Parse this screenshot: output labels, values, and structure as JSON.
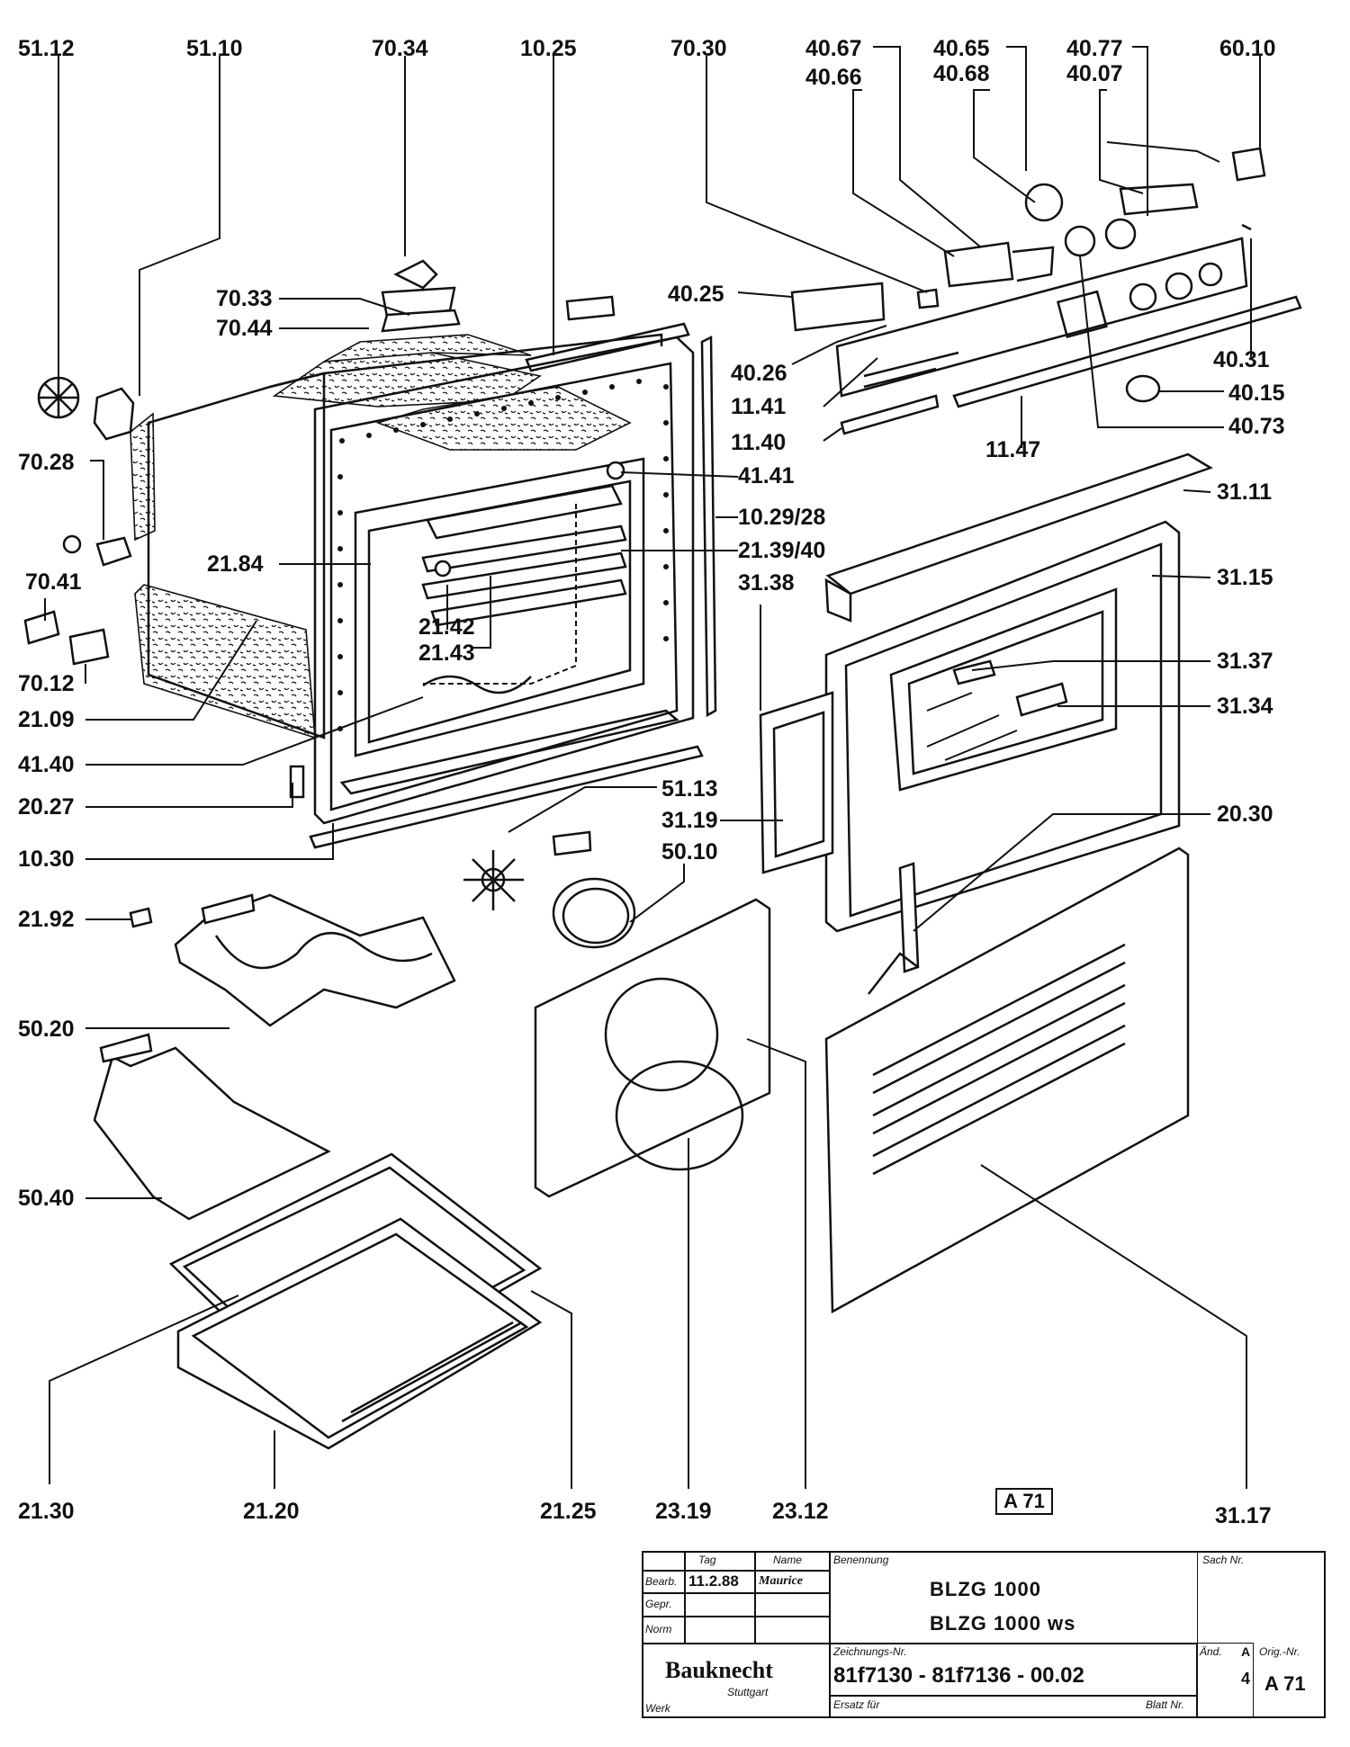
{
  "labels": {
    "l5112": "51.12",
    "l5110": "51.10",
    "l7034": "70.34",
    "l1025": "10.25",
    "l7030": "70.30",
    "l4067": "40.67",
    "l4066": "40.66",
    "l4065": "40.65",
    "l4068": "40.68",
    "l4077": "40.77",
    "l4007": "40.07",
    "l6010": "60.10",
    "l7033": "70.33",
    "l7044": "70.44",
    "l4025": "40.25",
    "l4026": "40.26",
    "l1141": "11.41",
    "l1140": "11.40",
    "l1147": "11.47",
    "l4031": "40.31",
    "l4015": "40.15",
    "l4073": "40.73",
    "l7028": "70.28",
    "l4141": "41.41",
    "l102928": "10.29/28",
    "l2139": "21.39/40",
    "l2184": "21.84",
    "l2142": "21.42",
    "l2143": "21.43",
    "l7041": "70.41",
    "l7012": "70.12",
    "l2109": "21.09",
    "l4140": "41.40",
    "l2027": "20.27",
    "l1030": "10.30",
    "l3111": "31.11",
    "l3115": "31.15",
    "l3138": "31.38",
    "l3137": "31.37",
    "l3134": "31.34",
    "l5113": "51.13",
    "l3119": "31.19",
    "l5010": "50.10",
    "l2030": "20.30",
    "l2192": "21.92",
    "l5020": "50.20",
    "l5040": "50.40",
    "l2130": "21.30",
    "l2120": "21.20",
    "l2125": "21.25",
    "l2319": "23.19",
    "l2312": "23.12",
    "l3117": "31.17"
  },
  "sheet_ref": "A 71",
  "title_block": {
    "col_tag": "Tag",
    "col_name": "Name",
    "row_bearb": "Bearb.",
    "row_gepr": "Gepr.",
    "row_norm": "Norm",
    "bearb_date": "11.2.88",
    "bearb_name": "Maurice",
    "benennung_label": "Benennung",
    "model_1": "BLZG  1000",
    "model_2": "BLZG  1000 ws",
    "sach_label": "Sach Nr.",
    "zeichnung_label": "Zeichnungs-Nr.",
    "drawing_no": "81f7130 - 81f7136  - 00.02",
    "aend_label": "Änd.",
    "aend_a": "A",
    "aend_value": "4",
    "orig_label": "Orig.-Nr.",
    "orig_value": "A 71",
    "brand": "Bauknecht",
    "city": "Stuttgart",
    "werk": "Werk",
    "ersatz": "Ersatz für",
    "blatt": "Blatt Nr."
  }
}
